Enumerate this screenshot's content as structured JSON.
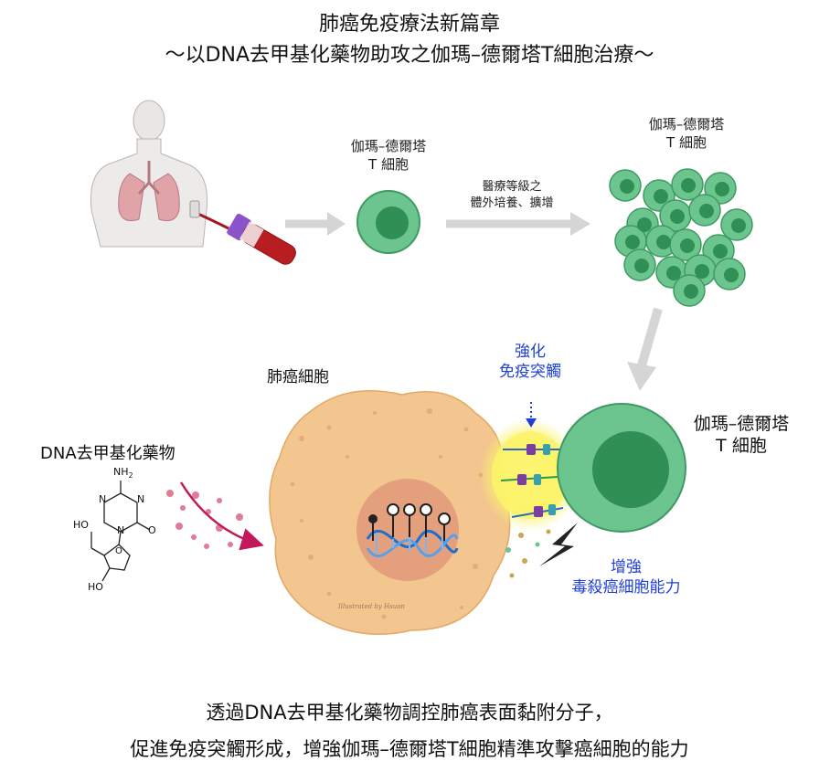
{
  "header": {
    "title": "肺癌免疫療法新篇章",
    "subtitle": "～以DNA去甲基化藥物助攻之伽瑪–德爾塔T細胞治療～"
  },
  "labels": {
    "single_cell_l1": "伽瑪–德爾塔",
    "single_cell_l2": "T 細胞",
    "expansion_l1": "醫療等級之",
    "expansion_l2": "體外培養、擴增",
    "cluster_l1": "伽瑪–德爾塔",
    "cluster_l2": "T 細胞",
    "lung_cancer_cell": "肺癌細胞",
    "synapse_l1": "強化",
    "synapse_l2": "免疫突觸",
    "gdt_cell_l1": "伽瑪–德爾塔",
    "gdt_cell_l2": "T 細胞",
    "drug": "DNA去甲基化藥物",
    "kill_l1": "增強",
    "kill_l2": "毒殺癌細胞能力",
    "signature": "Illustrated by Hsuan"
  },
  "chem": {
    "nh2": "NH",
    "nh2_sub": "2",
    "n1": "N",
    "n2": "N",
    "n3": "N",
    "o": "O",
    "ho1": "HO",
    "ho2": "HO",
    "o_ring": "O"
  },
  "caption": {
    "line1": "透過DNA去甲基化藥物調控肺癌表面黏附分子，",
    "line2": "促進免疫突觸形成，增強伽瑪–德爾塔T細胞精準攻擊癌細胞的能力"
  },
  "colors": {
    "t_cell_outer": "#6cc58f",
    "t_cell_nucleus": "#2f8f55",
    "cancer_cell": "#f3c58f",
    "cancer_nucleus": "#e4a07c",
    "synapse_glow": "#fbf36a",
    "arrow_gray": "#d5d5d5",
    "blood": "#a4161a",
    "label_blue": "#1f3fd6"
  }
}
